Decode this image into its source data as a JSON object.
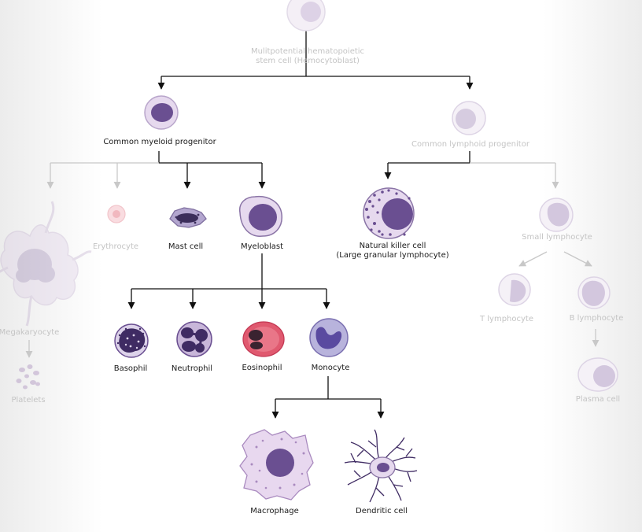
{
  "diagram": {
    "stem_cell": {
      "line1": "Mulitpotential hematopoietic",
      "line2": "stem cell (Hemocytoblast)"
    },
    "myeloid_progenitor": "Common myeloid progenitor",
    "lymphoid_progenitor": "Common lymphoid progenitor",
    "megakaryocyte": "Megakaryocyte",
    "platelets": "Platelets",
    "erythrocyte": "Erythrocyte",
    "mast_cell": "Mast cell",
    "myeloblast": "Myeloblast",
    "nk_cell": {
      "line1": "Natural killer cell",
      "line2": "(Large granular lymphocyte)"
    },
    "small_lymphocyte": "Small lymphocyte",
    "t_lymphocyte": "T lymphocyte",
    "b_lymphocyte": "B lymphocyte",
    "plasma_cell": "Plasma cell",
    "basophil": "Basophil",
    "neutrophil": "Neutrophil",
    "eosinophil": "Eosinophil",
    "monocyte": "Monocyte",
    "macrophage": "Macrophage",
    "dendritic_cell": "Dendritic cell"
  },
  "colors": {
    "active_line": "#111111",
    "faded_line": "#c8c8c8",
    "nucleus": "#6a4f91",
    "cytoplasm": "#e6d9ee",
    "faded_nucleus": "#cdc3d9",
    "eosinophil_cytoplasm": "#e0596f"
  }
}
